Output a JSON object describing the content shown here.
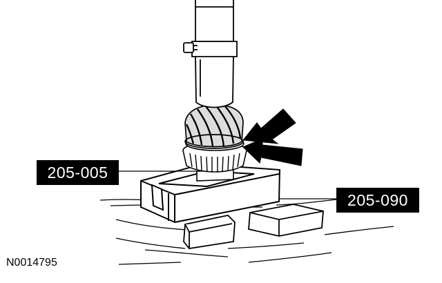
{
  "callouts": {
    "tool_a": "205-005",
    "tool_b": "205-090"
  },
  "figure_code": "N0014795",
  "colors": {
    "line": "#000000",
    "background": "#ffffff",
    "label_bg": "#000000",
    "label_text": "#ffffff"
  }
}
